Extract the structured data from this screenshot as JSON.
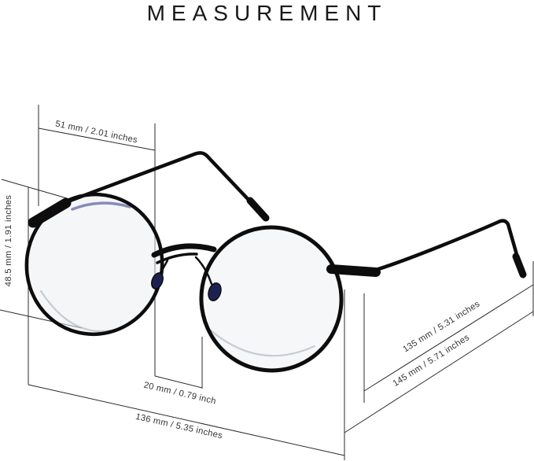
{
  "title": "MEASUREMENT",
  "labels": {
    "lens_width": "51 mm / 2.01 inches",
    "lens_height": "48.5 mm / 1.91 inches",
    "bridge_width": "20 mm / 0.79 inch",
    "frame_width": "136 mm / 5.35 inches",
    "temple_length": "135 mm / 5.31 inches",
    "temple_total_length": "145 mm / 5.71 inches"
  },
  "colors": {
    "background": "#ffffff",
    "frame": "#0d0d0d",
    "annotation_line": "#2b2b2b",
    "label_text": "#333333",
    "title_text": "#191919",
    "nose_pad": "#1d2152",
    "lens_tint": "#e9edf2",
    "lens_reflection": "#aab0b8",
    "blue_light_reflection": "#2e3480"
  }
}
